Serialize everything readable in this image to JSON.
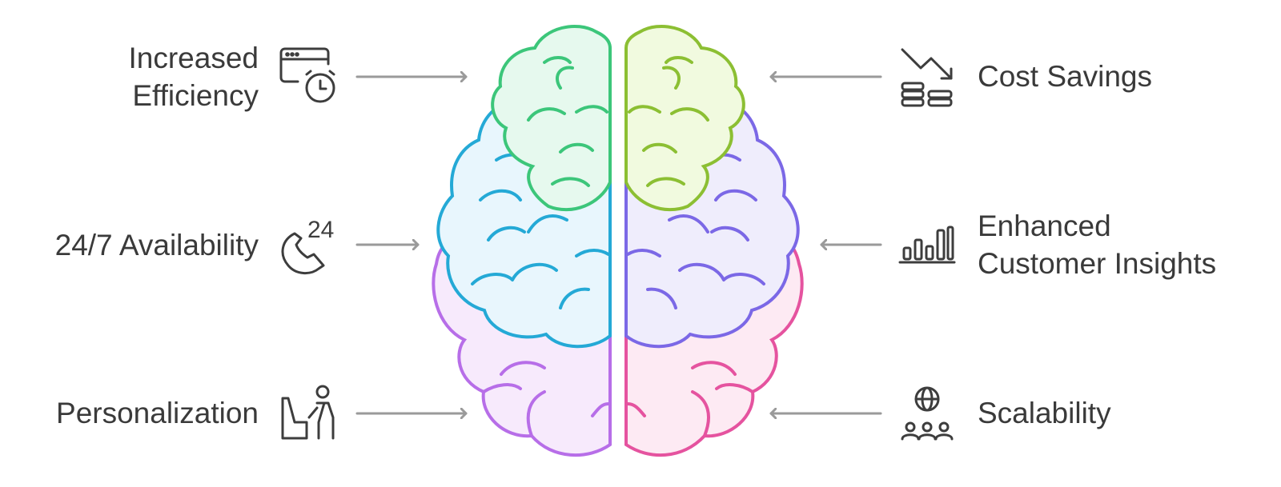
{
  "items": {
    "increased_efficiency": {
      "line1": "Increased",
      "line2": "Efficiency",
      "icon": "browser-clock-icon"
    },
    "availability": {
      "line1": "24/7 Availability",
      "icon": "phone-24-icon"
    },
    "personalization": {
      "line1": "Personalization",
      "icon": "person-chair-icon"
    },
    "cost_savings": {
      "line1": "Cost Savings",
      "icon": "coins-down-icon"
    },
    "customer_insights": {
      "line1": "Enhanced",
      "line2": "Customer Insights",
      "icon": "bar-chart-icon"
    },
    "scalability": {
      "line1": "Scalability",
      "icon": "globe-people-icon"
    }
  },
  "colors": {
    "text": "#3a3a3a",
    "icon": "#3d3d3d",
    "arrow": "#9a9a9a",
    "green": "#3cc67a",
    "lime": "#8cbf33",
    "blue": "#24a9d6",
    "violet": "#7b68e6",
    "purple": "#b76ee8",
    "pink": "#e5539f"
  }
}
